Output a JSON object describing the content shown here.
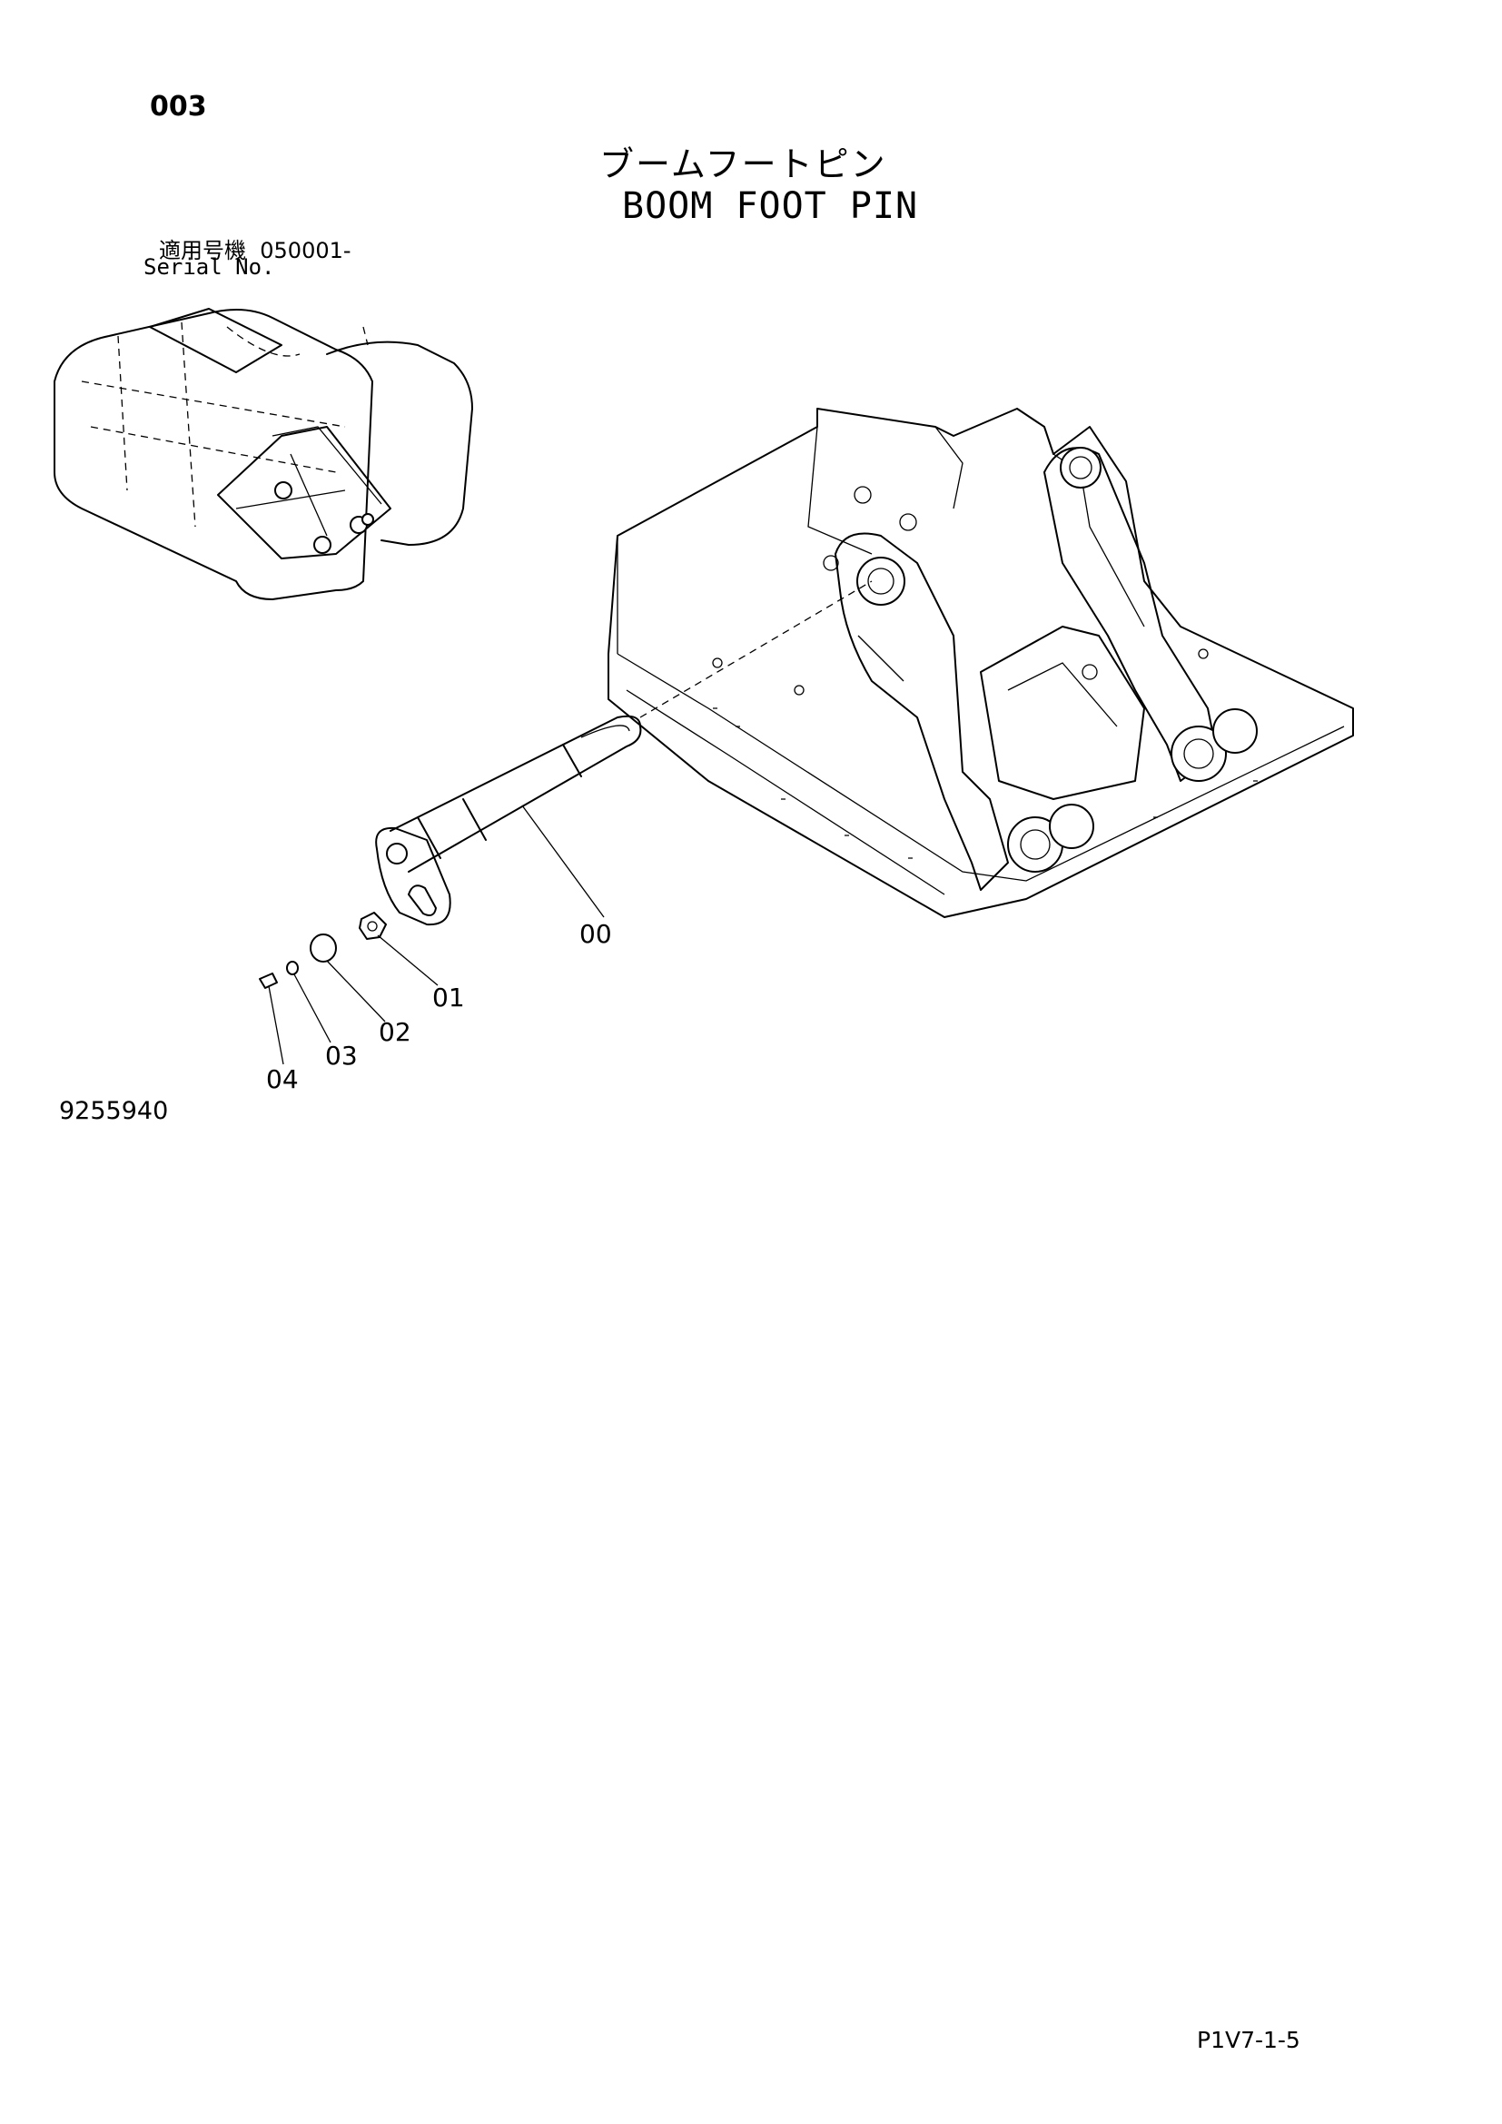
{
  "header": {
    "page_number": "003",
    "title_jp": "ブームフートピン",
    "title_en": "BOOM FOOT PIN",
    "serial_label_jp": "適用号機",
    "serial_value": "050001-",
    "serial_label_en": "Serial No."
  },
  "callouts": [
    "00",
    "01",
    "02",
    "03",
    "04"
  ],
  "footer": {
    "drawing_number": "9255940",
    "page_code": "P1V7-1-5"
  }
}
